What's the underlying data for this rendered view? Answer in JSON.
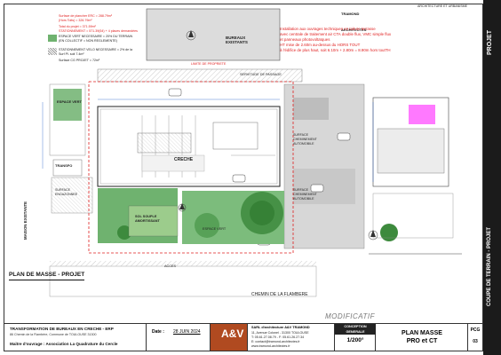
{
  "header": {
    "brand": "TRAMOND ARCHITECTES",
    "brand_sub": "ARCHITECTURE ET URBANISME"
  },
  "side_tab": {
    "projet": "PROJET",
    "coupe": "COUPE DE TERRAIN - PROJET"
  },
  "surfaces": {
    "line1": "Surface de plancher ERC = 288.79m²",
    "line2": "(Hors Toits) = 326.79m²",
    "line3": "Total du projet = 371.59m²",
    "line4": "STATIONNEMENT = 571.39(54) + 4 places demandées"
  },
  "legend": {
    "espace_vert": "ESPACE VERT NECESSAIRE = 20% DU TERRAIN (EN COLLECTIF = NON REGLEMENTE)",
    "stationnement": "STATIONNEMENT VELO NECESSAIRE = 2% de la Surf Pl. soit 7.4m²",
    "surface_cv": "Surface CG PROJET = 72m²"
  },
  "top_note": [
    "Installation aux ouvrages techniques en toiture terrasse",
    "avec centrale de traitement air CTA double flux, VMC simple flux",
    "et panneaux photovoltaïques",
    "HT mise de 2.60m au-dessus du HORS TOUT",
    "à l'édifice de plus haut, soit 6.10m + 2.80m = 8.90m hors toutTH"
  ],
  "plan_labels": {
    "bureaux_existants": "BUREAUX EXISTANTS",
    "servitude": "SERVITUDE DE PASSAGE",
    "limite_propriete": "LIMITE DE PROPRIETE",
    "espace_vert": "ESPACE VERT",
    "creche": "CRECHE",
    "surface_cree": "SURFACE ENGAZONNEE",
    "transfo": "TRANSFO",
    "maison_existante": "MAISON EXISTANTE",
    "chemin": "CHEMIN DE LA FLAMBERE",
    "espace_vert_2": "ESPACE VERT",
    "sol_souple": "SOL SOUPLE AMORTISSANT",
    "acces": "ACCES",
    "surface_chem": "SURFACE CHEMINEMENT AUTOMOBILE",
    "surface_voie": "SURFACE CHEMINEMENT AUTOMOBILE"
  },
  "plan_title": "PLAN DE MASSE - PROJET",
  "modificatif": "MODIFICATIF",
  "title_block": {
    "project_title": "TRANSFORMATION DE BUREAUX EN CRECHE - ERP",
    "address": "86 Chemin de la Flambère, Commune de TOULOUSE 31300",
    "owner": "Maitre d'ouvrage : Association La Quadrature du Cercle",
    "date_label": "Date :",
    "date": "28 JUIN 2024",
    "firm_name": "SARL d'architecture A&V TRAMOND",
    "firm_address": "11, Avenue Colonel - 31300 TOULOUSE",
    "firm_phone": "T: 05.61.27.08.79 - F: 05.61.26.27.34",
    "firm_mail": "E: contact@tramond-architectes.fr",
    "firm_web": "www.tramond-architectes.fr",
    "conception_label": "CONCEPTION GENERALE",
    "scale": "1/200°",
    "sheet_title": "PLAN MASSE PRO et CT",
    "code_label": "PCG",
    "code_number": "03"
  },
  "colors": {
    "green": "#6fb26f",
    "dark_green": "#3d8a3d",
    "grey": "#cfcfcf",
    "red": "#e02020",
    "blue": "#2a60c8",
    "magenta": "#ff40ff"
  }
}
